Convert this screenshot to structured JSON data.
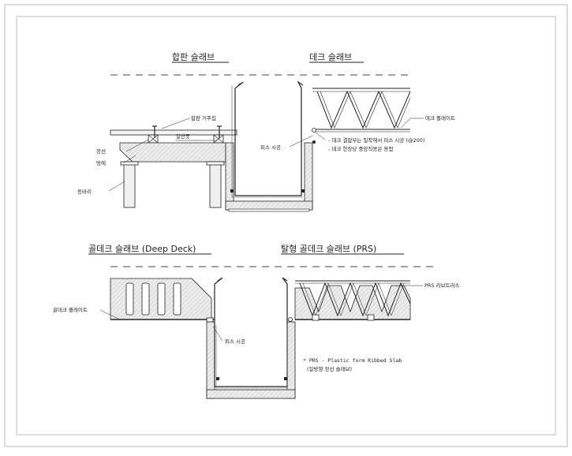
{
  "top": {
    "title_left": "합판 슬래브",
    "title_right": "데크 슬래브",
    "labels": {
      "formwork": "합판 거푸집",
      "nail": "일반못",
      "longitudinal": "장선",
      "ledger": "멍에",
      "shore": "동바리",
      "deck_plate": "데크 플레이트",
      "fastening": "피스 시공",
      "note_1": "- 데크 결합부는 밀착해서 피스 시공 (@200)",
      "note_2": "- 데크 한장당 중앙직봉은 용접"
    }
  },
  "bottom": {
    "title_left": "골데크 슬래브 (Deep Deck)",
    "title_right": "탈형 골데크 슬래브 (PRS)",
    "labels": {
      "deck_plate": "골데크 플레이트",
      "fastening": "피스 시공",
      "prs_truss": "PRS 리브트러스",
      "note_1": "* PRS - Plastic form Ribbed Slab",
      "note_2": "(일방향 장선 슬래브)"
    }
  },
  "colors": {
    "line": "#222222",
    "fill": "#e6e6e6",
    "frame": "#c8c8c8"
  }
}
